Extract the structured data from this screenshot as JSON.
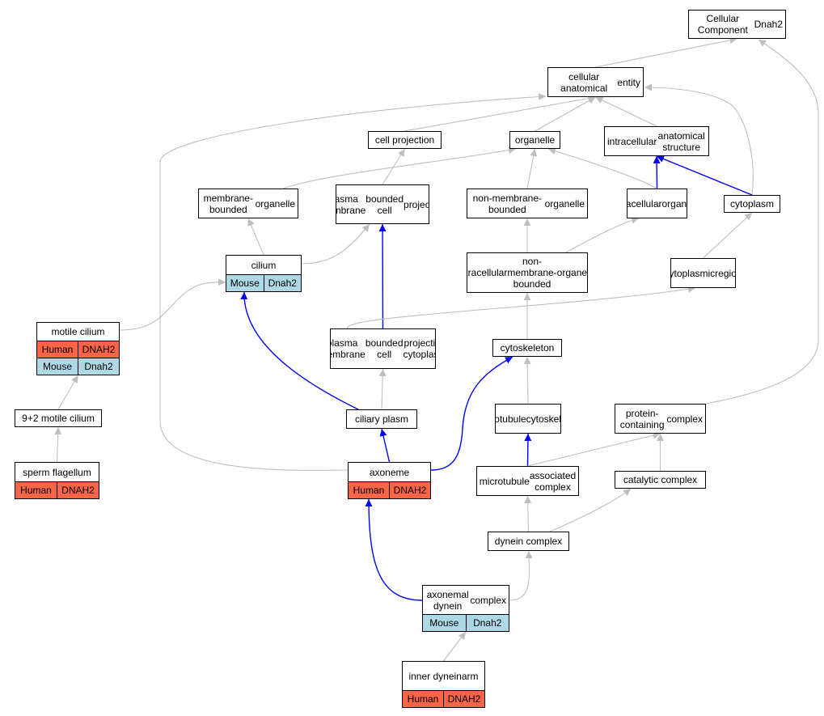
{
  "colors": {
    "human": "#fa6447",
    "mouse": "#add8e6",
    "edge_isa": "#bebebe",
    "edge_partof": "#0000ff"
  },
  "nodes": [
    {
      "id": "root",
      "label": [
        "Cellular Component",
        "Dnah2"
      ],
      "rows": []
    },
    {
      "id": "cae",
      "label": [
        "cellular anatomical",
        "entity"
      ],
      "rows": []
    },
    {
      "id": "cellproj",
      "label": [
        "cell projection"
      ],
      "rows": []
    },
    {
      "id": "organelle",
      "label": [
        "organelle"
      ],
      "rows": []
    },
    {
      "id": "ias",
      "label": [
        "intracellular",
        "anatomical structure"
      ],
      "rows": []
    },
    {
      "id": "mbo",
      "label": [
        "membrane-bounded",
        "organelle"
      ],
      "rows": []
    },
    {
      "id": "pmbcp",
      "label": [
        "plasma membrane",
        "bounded cell",
        "projection"
      ],
      "rows": []
    },
    {
      "id": "nmbo",
      "label": [
        "non-membrane-bounded",
        "organelle"
      ],
      "rows": []
    },
    {
      "id": "io",
      "label": [
        "intracellular",
        "organelle"
      ],
      "rows": []
    },
    {
      "id": "cyto",
      "label": [
        "cytoplasm"
      ],
      "rows": []
    },
    {
      "id": "cilium",
      "label": [
        "cilium"
      ],
      "rows": [
        {
          "species": "Mouse",
          "gene": "Dnah2",
          "color": "mouse"
        }
      ]
    },
    {
      "id": "inmbo",
      "label": [
        "intracellular",
        "non-membrane-bounded",
        "organelle"
      ],
      "rows": []
    },
    {
      "id": "cytoreg",
      "label": [
        "cytoplasmic",
        "region"
      ],
      "rows": []
    },
    {
      "id": "motile",
      "label": [
        "motile cilium"
      ],
      "rows": [
        {
          "species": "Human",
          "gene": "DNAH2",
          "color": "human"
        },
        {
          "species": "Mouse",
          "gene": "Dnah2",
          "color": "mouse"
        }
      ]
    },
    {
      "id": "pmbcpc",
      "label": [
        "plasma membrane",
        "bounded cell",
        "projection cytoplasm"
      ],
      "rows": []
    },
    {
      "id": "cytosk",
      "label": [
        "cytoskeleton"
      ],
      "rows": []
    },
    {
      "id": "nineplus2",
      "label": [
        "9+2 motile cilium"
      ],
      "rows": []
    },
    {
      "id": "ciliary",
      "label": [
        "ciliary plasm"
      ],
      "rows": []
    },
    {
      "id": "mtcyto",
      "label": [
        "microtubule",
        "cytoskeleton"
      ],
      "rows": []
    },
    {
      "id": "pcc",
      "label": [
        "protein-containing",
        "complex"
      ],
      "rows": []
    },
    {
      "id": "sperm",
      "label": [
        "sperm flagellum"
      ],
      "rows": [
        {
          "species": "Human",
          "gene": "DNAH2",
          "color": "human"
        }
      ]
    },
    {
      "id": "axoneme",
      "label": [
        "axoneme"
      ],
      "rows": [
        {
          "species": "Human",
          "gene": "DNAH2",
          "color": "human"
        }
      ]
    },
    {
      "id": "mtac",
      "label": [
        "microtubule",
        "associated complex"
      ],
      "rows": []
    },
    {
      "id": "catalytic",
      "label": [
        "catalytic complex"
      ],
      "rows": []
    },
    {
      "id": "dynein",
      "label": [
        "dynein complex"
      ],
      "rows": []
    },
    {
      "id": "adc",
      "label": [
        "axonemal dynein",
        "complex"
      ],
      "rows": [
        {
          "species": "Mouse",
          "gene": "Dnah2",
          "color": "mouse"
        }
      ]
    },
    {
      "id": "ida",
      "label": [
        "inner dynein",
        "arm"
      ],
      "rows": [
        {
          "species": "Human",
          "gene": "DNAH2",
          "color": "human"
        }
      ]
    }
  ],
  "edges": [
    {
      "from": "cae",
      "to": "root",
      "type": "is_a"
    },
    {
      "from": "cellproj",
      "to": "cae",
      "type": "is_a"
    },
    {
      "from": "organelle",
      "to": "cae",
      "type": "is_a"
    },
    {
      "from": "ias",
      "to": "cae",
      "type": "is_a"
    },
    {
      "from": "cyto",
      "to": "cae",
      "type": "is_a"
    },
    {
      "from": "axoneme",
      "to": "cae",
      "type": "is_a"
    },
    {
      "from": "pcc",
      "to": "root",
      "type": "is_a"
    },
    {
      "from": "mbo",
      "to": "organelle",
      "type": "is_a"
    },
    {
      "from": "pmbcp",
      "to": "cellproj",
      "type": "is_a"
    },
    {
      "from": "nmbo",
      "to": "organelle",
      "type": "is_a"
    },
    {
      "from": "io",
      "to": "organelle",
      "type": "is_a"
    },
    {
      "from": "io",
      "to": "ias",
      "type": "part_of"
    },
    {
      "from": "cyto",
      "to": "ias",
      "type": "part_of"
    },
    {
      "from": "cilium",
      "to": "mbo",
      "type": "is_a"
    },
    {
      "from": "cilium",
      "to": "pmbcp",
      "type": "is_a"
    },
    {
      "from": "inmbo",
      "to": "nmbo",
      "type": "is_a"
    },
    {
      "from": "inmbo",
      "to": "io",
      "type": "is_a"
    },
    {
      "from": "cytoreg",
      "to": "cyto",
      "type": "is_a"
    },
    {
      "from": "motile",
      "to": "cilium",
      "type": "is_a"
    },
    {
      "from": "pmbcpc",
      "to": "pmbcp",
      "type": "part_of"
    },
    {
      "from": "pmbcpc",
      "to": "cytoreg",
      "type": "is_a"
    },
    {
      "from": "cytosk",
      "to": "inmbo",
      "type": "is_a"
    },
    {
      "from": "nineplus2",
      "to": "motile",
      "type": "is_a"
    },
    {
      "from": "ciliary",
      "to": "pmbcpc",
      "type": "is_a"
    },
    {
      "from": "ciliary",
      "to": "cilium",
      "type": "part_of"
    },
    {
      "from": "mtcyto",
      "to": "cytosk",
      "type": "is_a"
    },
    {
      "from": "sperm",
      "to": "nineplus2",
      "type": "is_a"
    },
    {
      "from": "axoneme",
      "to": "ciliary",
      "type": "part_of"
    },
    {
      "from": "axoneme",
      "to": "cytosk",
      "type": "part_of"
    },
    {
      "from": "mtac",
      "to": "mtcyto",
      "type": "part_of"
    },
    {
      "from": "mtac",
      "to": "pcc",
      "type": "is_a"
    },
    {
      "from": "catalytic",
      "to": "pcc",
      "type": "is_a"
    },
    {
      "from": "dynein",
      "to": "mtac",
      "type": "is_a"
    },
    {
      "from": "dynein",
      "to": "catalytic",
      "type": "is_a"
    },
    {
      "from": "adc",
      "to": "dynein",
      "type": "is_a"
    },
    {
      "from": "adc",
      "to": "axoneme",
      "type": "part_of"
    },
    {
      "from": "ida",
      "to": "adc",
      "type": "is_a"
    }
  ]
}
